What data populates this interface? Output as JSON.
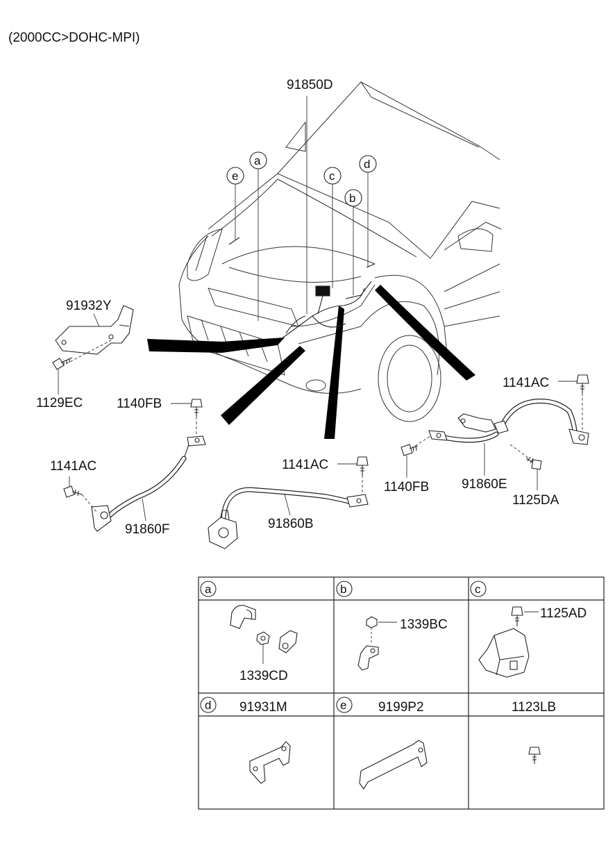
{
  "header": {
    "engine_spec": "(2000CC>DOHC-MPI)"
  },
  "callouts": {
    "main_harness": "91850D",
    "a": "a",
    "b": "b",
    "c": "c",
    "d": "d",
    "e": "e"
  },
  "parts": {
    "bracket": "91932Y",
    "bracket_bolt": "1129EC",
    "bolt_left": "1140FB",
    "bolt_left2": "1141AC",
    "cable_f": "91860F",
    "bolt_center": "1141AC",
    "cable_b": "91860B",
    "bolt_right_top": "1141AC",
    "bolt_right": "1140FB",
    "cable_e": "91860E",
    "nut_right": "1125DA"
  },
  "detail_table": {
    "cells": [
      {
        "key": "a",
        "part": "",
        "sub_part": "1339CD"
      },
      {
        "key": "b",
        "part": "",
        "sub_part": "1339BC"
      },
      {
        "key": "c",
        "part": "",
        "sub_part": "1125AD"
      },
      {
        "key": "d",
        "part": "91931M",
        "sub_part": ""
      },
      {
        "key": "e",
        "part": "9199P2",
        "sub_part": ""
      },
      {
        "key": "",
        "part": "1123LB",
        "sub_part": ""
      }
    ]
  }
}
